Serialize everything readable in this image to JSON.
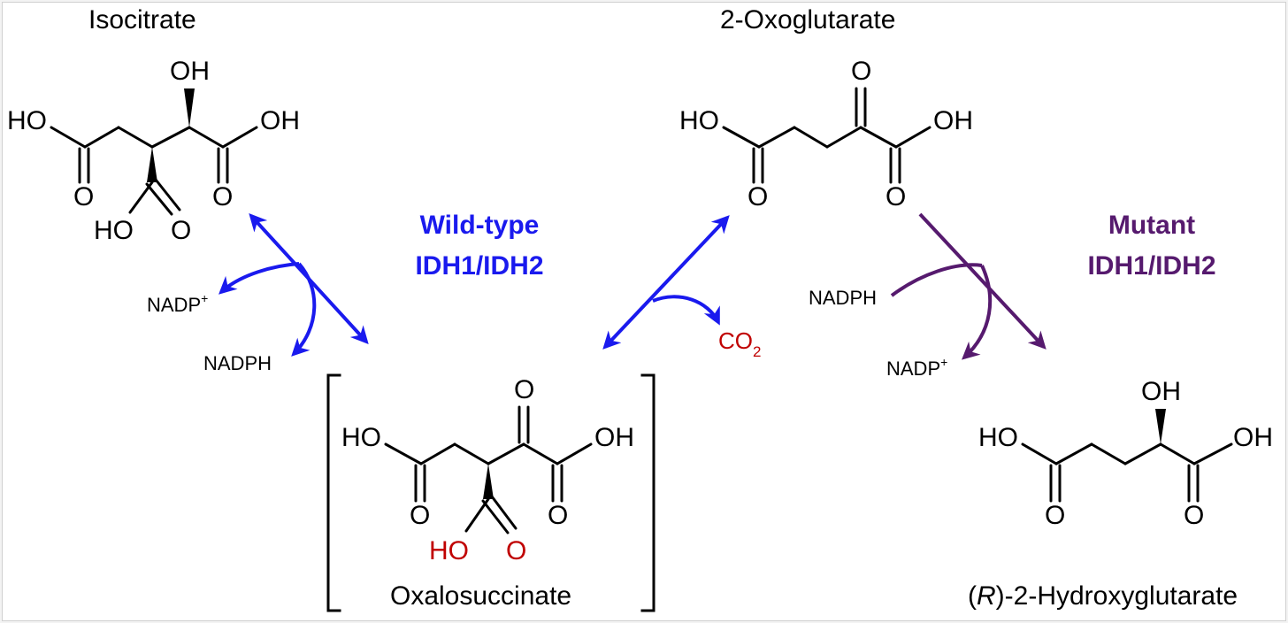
{
  "labels": {
    "isocitrate": "Isocitrate",
    "oxoglutarate": "2-Oxoglutarate",
    "oxalosuccinate": "Oxalosuccinate",
    "hydroxy_r": "R",
    "hydroxy_rest": "-2-Hydroxyglutarate",
    "hydroxy_open": "(",
    "hydroxy_close": ")"
  },
  "enzymes": {
    "wild_type_line1": "Wild-type",
    "wild_type_line2": "IDH1/IDH2",
    "mutant_line1": "Mutant",
    "mutant_line2": "IDH1/IDH2"
  },
  "cofactors": {
    "nadp_plus_base": "NADP",
    "nadp_plus_sup": "+",
    "nadph": "NADPH",
    "co2_base": "CO",
    "co2_sub": "2"
  },
  "atoms": {
    "HO": "HO",
    "OH": "OH",
    "O": "O"
  },
  "colors": {
    "wild_type": "#1a1aee",
    "mutant": "#561a6e",
    "highlight": "#c00000",
    "bond": "#000000"
  }
}
